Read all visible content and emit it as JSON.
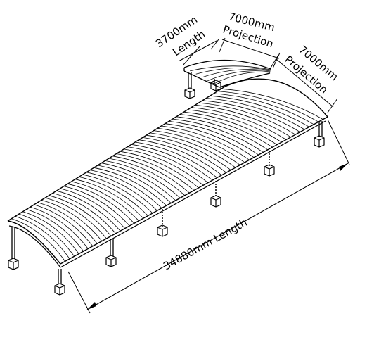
{
  "dimensions": {
    "small_length": "3700mm",
    "small_length_word": "Length",
    "small_projection": "7000mm",
    "small_projection_word": "Projection",
    "main_projection": "7000mm",
    "main_projection_word": "Projection",
    "main_length": "34880mm Length"
  }
}
